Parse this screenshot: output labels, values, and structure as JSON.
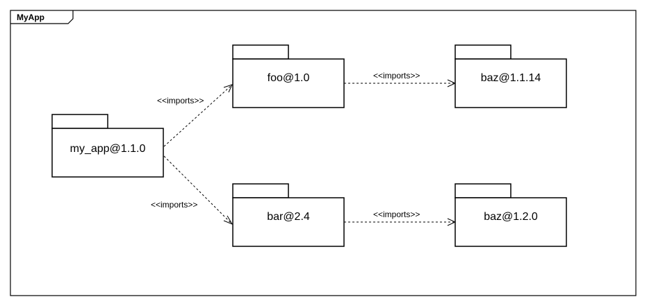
{
  "frame": {
    "title": "MyApp"
  },
  "packages": {
    "my_app": {
      "name": "my_app@1.1.0"
    },
    "foo": {
      "name": "foo@1.0"
    },
    "bar": {
      "name": "bar@2.4"
    },
    "baz_1_1_14": {
      "name": "baz@1.1.14"
    },
    "baz_1_2_0": {
      "name": "baz@1.2.0"
    }
  },
  "dependencies": {
    "my_app_to_foo": {
      "label": "<<imports>>"
    },
    "my_app_to_bar": {
      "label": "<<imports>>"
    },
    "foo_to_baz": {
      "label": "<<imports>>"
    },
    "bar_to_baz": {
      "label": "<<imports>>"
    }
  }
}
